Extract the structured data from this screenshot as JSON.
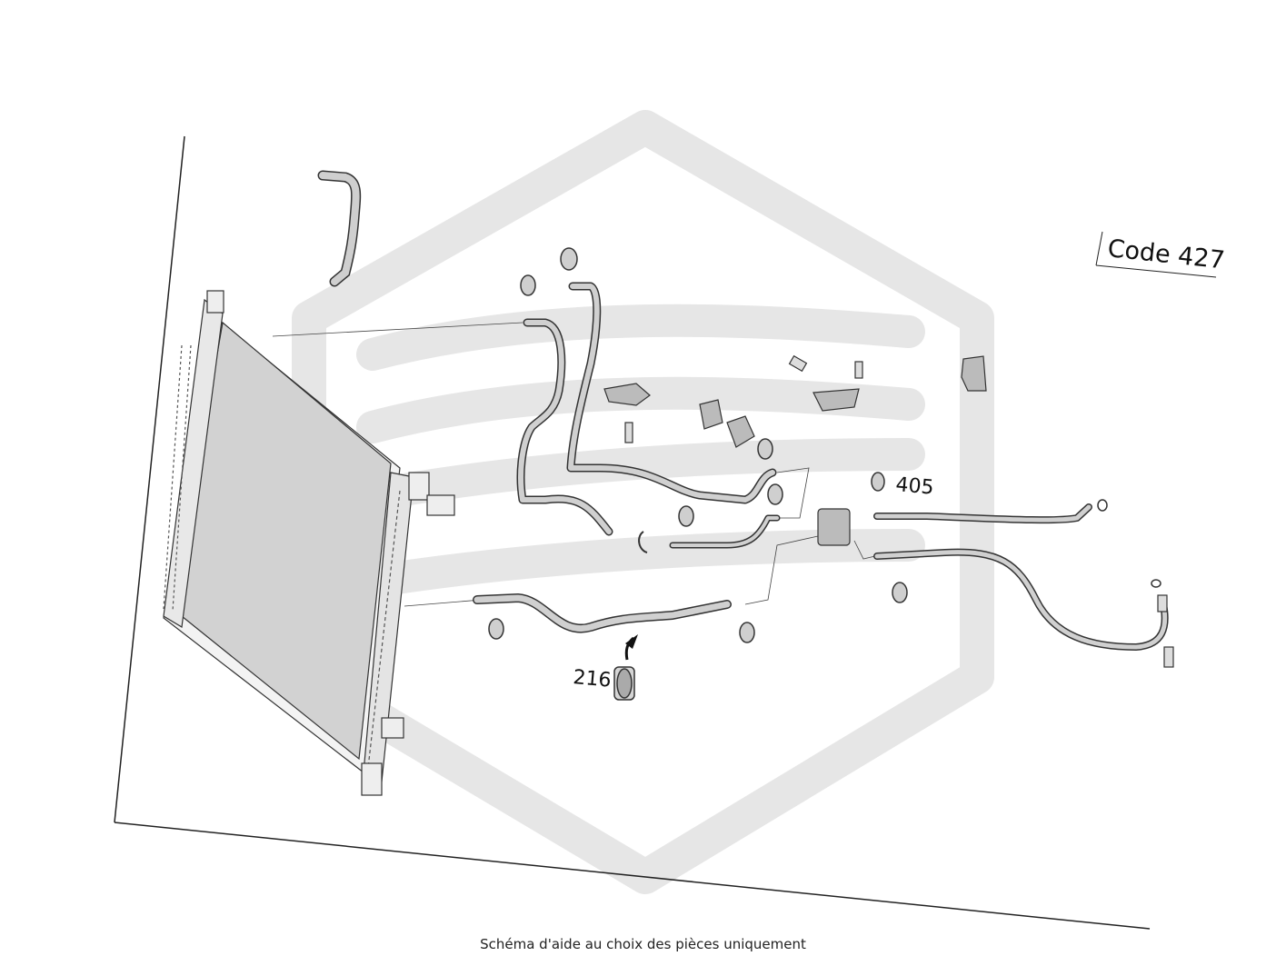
{
  "diagram": {
    "code_label": "Code 427",
    "callouts": {
      "part_405": "405",
      "part_216": "216"
    },
    "caption": "Schéma d'aide au choix des pièces uniquement",
    "watermark_icon": "hexagon-logo-icon"
  },
  "colors": {
    "line": "#222222",
    "watermark": "#e6e6e6",
    "radiator_core": "#d2d2d2",
    "hose": "#bdbdbd"
  }
}
